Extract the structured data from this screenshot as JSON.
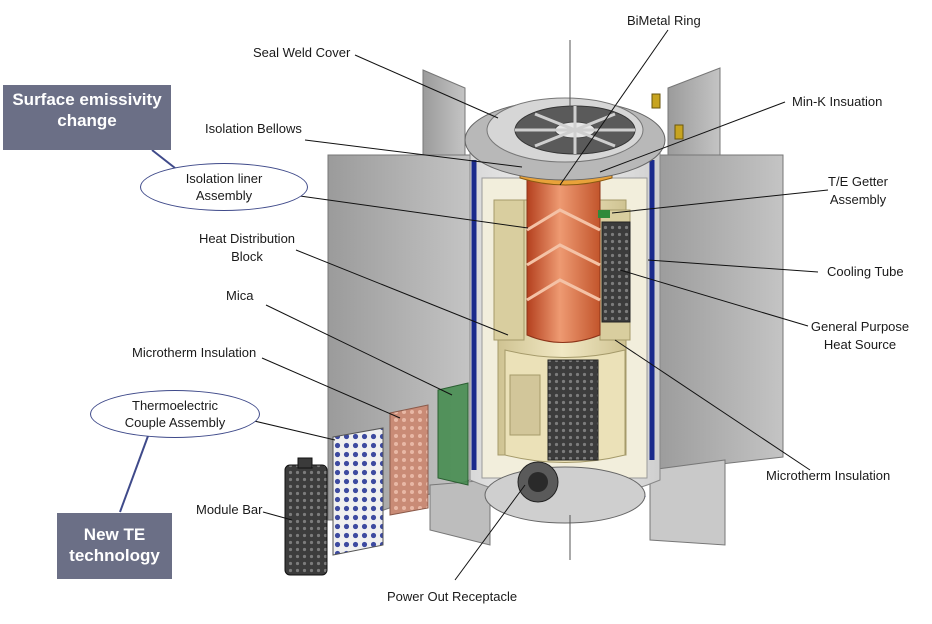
{
  "labels": {
    "bimetal_ring": "BiMetal Ring",
    "seal_weld_cover": "Seal Weld Cover",
    "min_k_insulation": "Min-K Insuation",
    "isolation_bellows": "Isolation Bellows",
    "te_getter_line1": "T/E Getter",
    "te_getter_line2": "Assembly",
    "heat_distribution_line1": "Heat Distribution",
    "heat_distribution_line2": "Block",
    "cooling_tube": "Cooling Tube",
    "mica": "Mica",
    "gphs_line1": "General Purpose",
    "gphs_line2": "Heat Source",
    "microtherm_left": "Microtherm Insulation",
    "microtherm_right": "Microtherm Insulation",
    "module_bar": "Module Bar",
    "power_out": "Power Out Receptacle"
  },
  "ovals": {
    "isolation_liner_line1": "Isolation liner",
    "isolation_liner_line2": "Assembly",
    "thermoelectric_line1": "Thermoelectric",
    "thermoelectric_line2": "Couple Assembly"
  },
  "callouts": {
    "surface_line1": "Surface emissivity",
    "surface_line2": "change",
    "new_te_line1": "New TE",
    "new_te_line2": "technology"
  },
  "colors": {
    "callout_box": "#6b6f86",
    "oval_border": "#3f4a8a",
    "fin_gray": "#a9a9a9",
    "heat_source_orange": "#e0855a",
    "insulation_cream": "#e6dcb0",
    "cooling_tube_blue": "#1a2a8c"
  }
}
